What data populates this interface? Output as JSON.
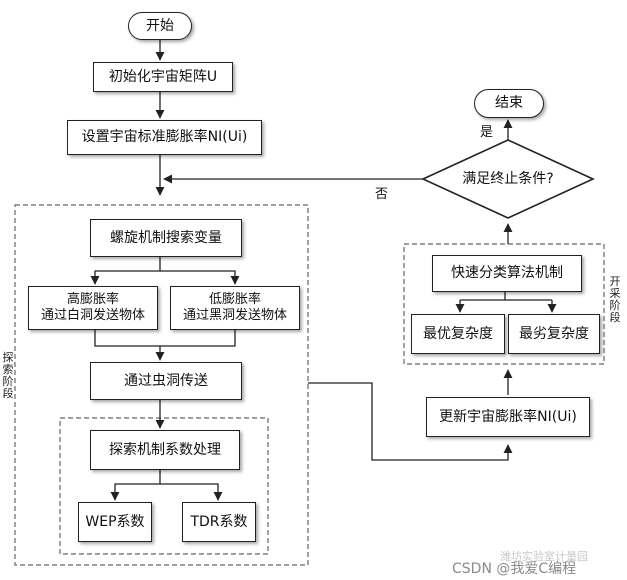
{
  "nodes": {
    "start": "开始",
    "init": "初始化宇宙矩阵U",
    "set_rate": "设置宇宙标准膨胀率NI(Ui)",
    "spiral": "螺旋机制搜索变量",
    "high": "高膨胀率\n通过白洞发送物体",
    "low": "低膨胀率\n通过黑洞发送物体",
    "wormhole": "通过虫洞传送",
    "explore_coef": "探索机制系数处理",
    "wep": "WEP系数",
    "tdr": "TDR系数",
    "update": "更新宇宙膨胀率NI(Ui)",
    "fast_sort": "快速分类算法机制",
    "best": "最优复杂度",
    "worst": "最劣复杂度",
    "decision": "满足终止条件?",
    "end": "结束"
  },
  "edge_labels": {
    "yes": "是",
    "no": "否"
  },
  "groups": {
    "explore": "探索阶段",
    "exploit": "开采阶段"
  },
  "watermark": {
    "csdn": "CSDN @我爱C编程",
    "faint": "潍坊实验室计量园"
  }
}
